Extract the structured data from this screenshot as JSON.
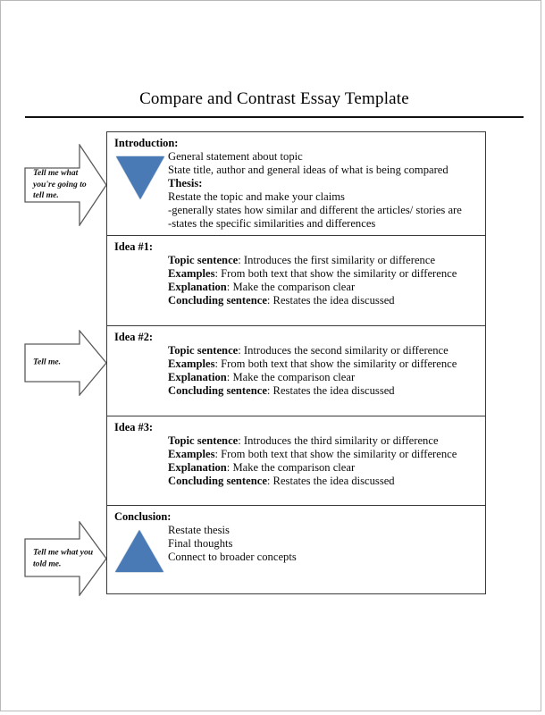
{
  "document": {
    "title": "Compare and Contrast Essay Template"
  },
  "callouts": [
    {
      "name": "tell-me-what-youre-going-to-tell-me",
      "text": "Tell me what you're going to tell me."
    },
    {
      "name": "tell-me",
      "text": "Tell me."
    },
    {
      "name": "tell-me-what-you-told-me",
      "text": "Tell me what you told me."
    }
  ],
  "colors": {
    "triangle_fill": "#4a7ab5",
    "triangle_outline": "#2f5c92",
    "table_border": "#3a3a3a",
    "page_border": "#b9b9b9"
  },
  "sections": {
    "introduction": {
      "heading": "Introduction:",
      "shape": "triangle-down",
      "lines": [
        "General statement about topic",
        "State title, author and general ideas of what is being compared"
      ],
      "thesis_heading": "Thesis:",
      "thesis_lines": [
        "Restate the topic and make your claims",
        "-generally states how similar and different the articles/ stories are",
        "-states the specific similarities and differences"
      ]
    },
    "idea1": {
      "heading": "Idea #1:",
      "items": [
        {
          "label": "Topic sentence",
          "text": ": Introduces the first similarity or difference"
        },
        {
          "label": "Examples",
          "text": ": From both text that show the similarity or difference"
        },
        {
          "label": "Explanation",
          "text": ": Make the comparison clear"
        },
        {
          "label": "Concluding sentence",
          "text": ": Restates the idea discussed"
        }
      ]
    },
    "idea2": {
      "heading": "Idea #2:",
      "items": [
        {
          "label": "Topic sentence",
          "text": ": Introduces the second similarity or difference"
        },
        {
          "label": "Examples",
          "text": ": From both text that show the similarity or difference"
        },
        {
          "label": "Explanation",
          "text": ": Make the comparison clear"
        },
        {
          "label": "Concluding sentence",
          "text": ": Restates the idea discussed"
        }
      ]
    },
    "idea3": {
      "heading": "Idea #3:",
      "items": [
        {
          "label": "Topic sentence",
          "text": ": Introduces the third similarity or difference"
        },
        {
          "label": "Examples",
          "text": ": From both text that show the similarity or difference"
        },
        {
          "label": "Explanation",
          "text": ": Make the comparison clear"
        },
        {
          "label": "Concluding sentence",
          "text": ": Restates the idea discussed"
        }
      ]
    },
    "conclusion": {
      "heading": "Conclusion:",
      "shape": "triangle-up",
      "lines": [
        "Restate thesis",
        "Final thoughts",
        "Connect to broader concepts"
      ]
    }
  }
}
